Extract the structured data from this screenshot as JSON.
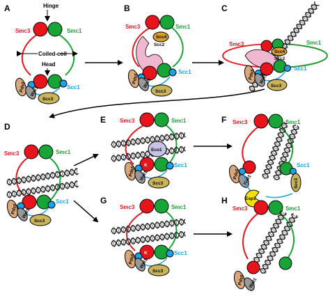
{
  "colors": {
    "smc3": "#e8141c",
    "smc1": "#17a538",
    "scc1": "#1aa3e8",
    "pds5": "#d9a77a",
    "wpl1": "#999999",
    "scc3": "#c9b45c",
    "scc2": "#f0b8d0",
    "scc4": "#d9a030",
    "eco1": "#c7c3e6",
    "esp1": "#f2e000",
    "k": "#e8141c"
  },
  "labels": {
    "hinge": "Hinge",
    "coiled_coil": "Coiled-coil",
    "head": "Head",
    "smc3": "Smc3",
    "smc1": "Smc1",
    "scc1": "Scc1",
    "pds5": "Pds5",
    "wpl1": "Wpl1",
    "scc3": "Scc3",
    "scc2": "Scc2",
    "scc4": "Scc4",
    "eco1": "Eco1",
    "esp1": "Esp1",
    "k": "K"
  },
  "panels": [
    "A",
    "B",
    "C",
    "D",
    "E",
    "F",
    "G",
    "H"
  ]
}
